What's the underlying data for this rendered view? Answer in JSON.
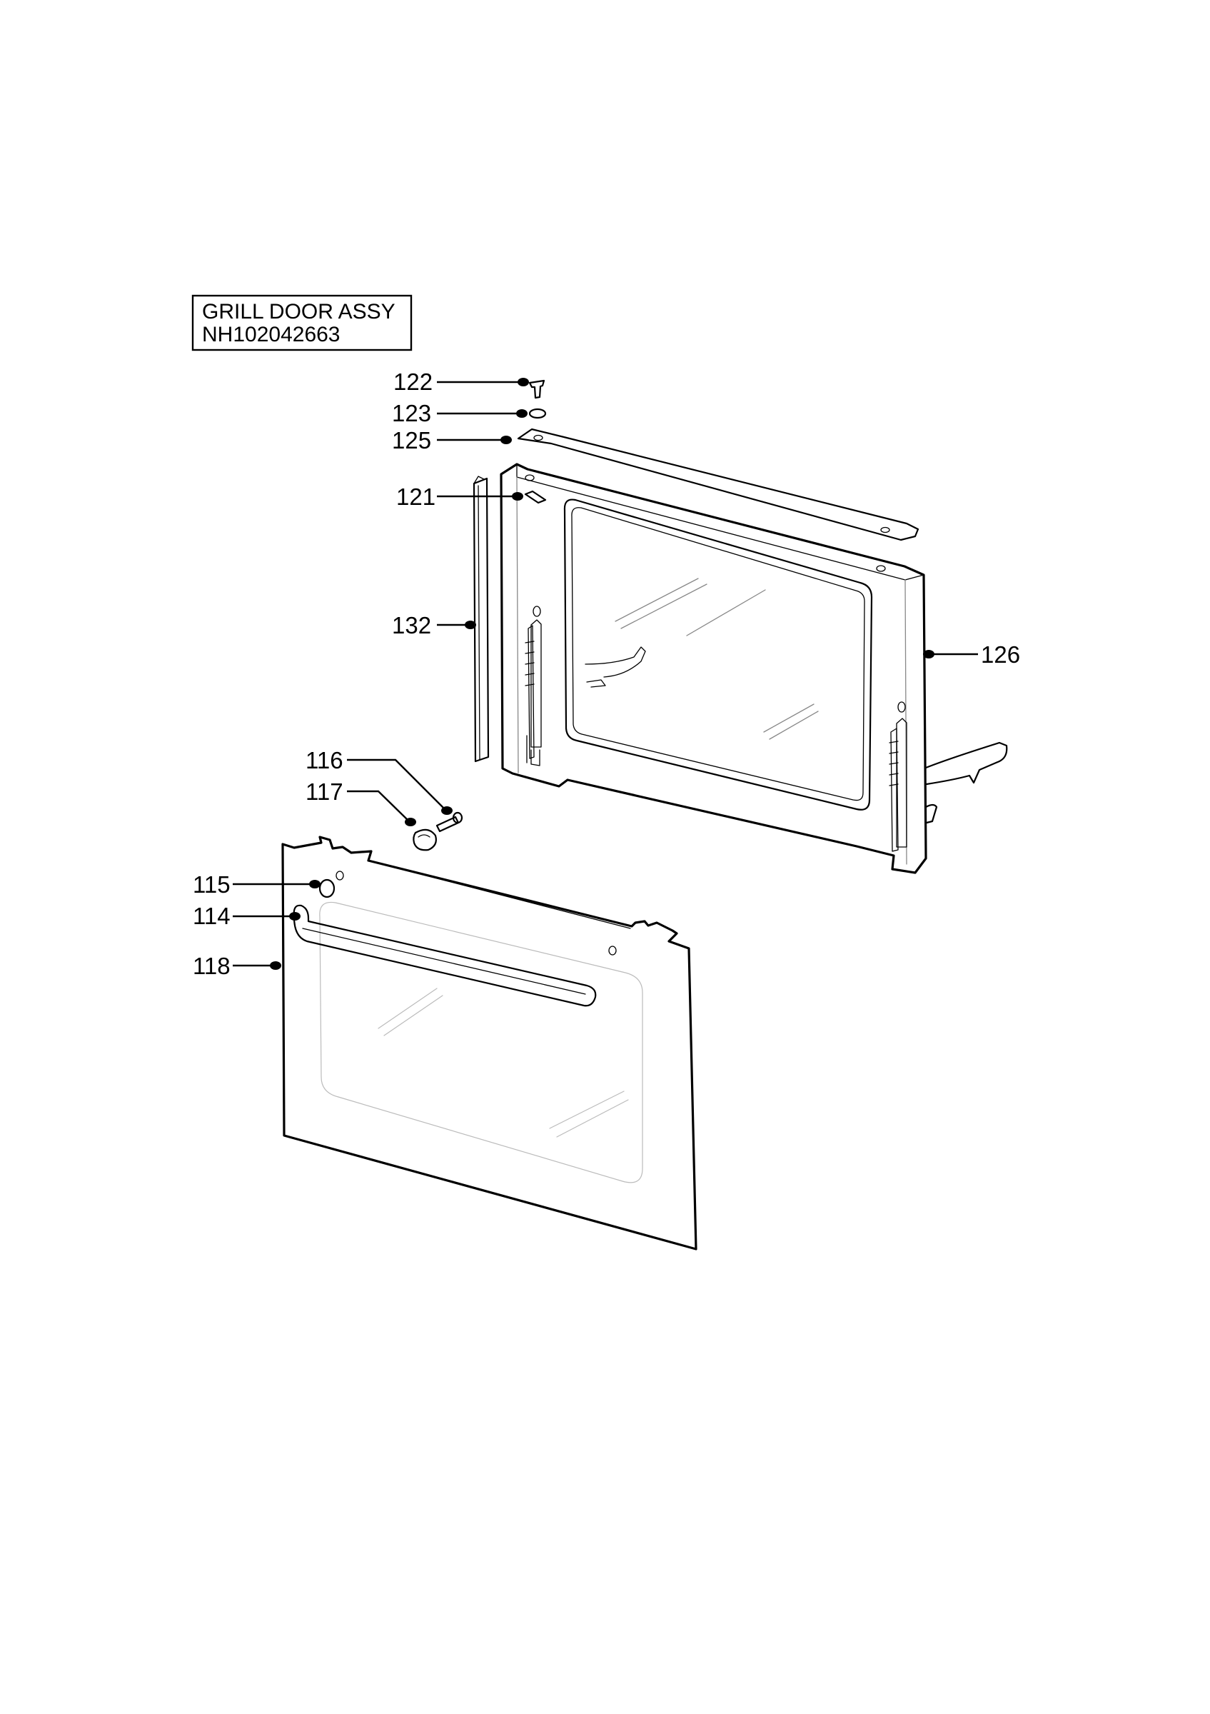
{
  "title": {
    "line1": "GRILL DOOR ASSY",
    "line2": "NH102042663"
  },
  "parts": {
    "p122": "122",
    "p123": "123",
    "p125": "125",
    "p121": "121",
    "p132": "132",
    "p126": "126",
    "p116": "116",
    "p117": "117",
    "p115": "115",
    "p114": "114",
    "p118": "118"
  }
}
